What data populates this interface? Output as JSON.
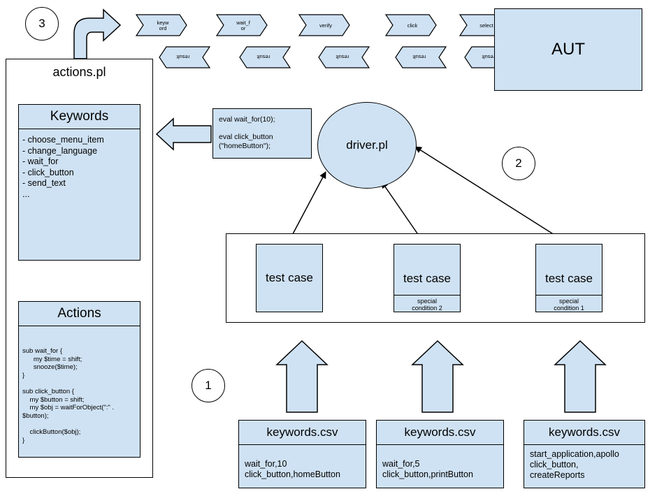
{
  "markers": {
    "m1": "1",
    "m2": "2",
    "m3": "3"
  },
  "aut": {
    "label": "AUT"
  },
  "driver": {
    "label": "driver.pl"
  },
  "actions_file": {
    "title": "actions.pl",
    "keywords_header": "Keywords",
    "keywords_list": "- choose_menu_item\n- change_language\n- wait_for\n- click_button\n- send_text\n...",
    "actions_header": "Actions",
    "actions_code": "sub wait_for {\n      my $time = shift;\n      snooze($time);\n}\n\nsub click_button {\n    my $button = shift;\n    my $obj = waitForObject(\":\" .\n$button);\n\n    clickButton($obj);\n}"
  },
  "eval_note": {
    "text": "eval wait_for(10);\n\neval click_button\n(\"homeButton\");"
  },
  "top_arrows": [
    "keyw\nord",
    "wait_f\nor",
    "verify",
    "click",
    "select"
  ],
  "result_arrows": [
    "result",
    "result",
    "result",
    "result",
    "result"
  ],
  "test_cases": [
    {
      "label": "test case",
      "condition": ""
    },
    {
      "label": "test case",
      "condition": "special\ncondition 2"
    },
    {
      "label": "test case",
      "condition": "special\ncondition 1"
    }
  ],
  "csv_files": [
    {
      "title": "keywords.csv",
      "content": "wait_for,10\nclick_button,homeButton"
    },
    {
      "title": "keywords.csv",
      "content": "wait_for,5\nclick_button,printButton"
    },
    {
      "title": "keywords.csv",
      "content": "start_application,apollo\nclick_button,\ncreateReports"
    }
  ],
  "colors": {
    "fill": "#cfe2f3",
    "stroke": "#000000"
  }
}
